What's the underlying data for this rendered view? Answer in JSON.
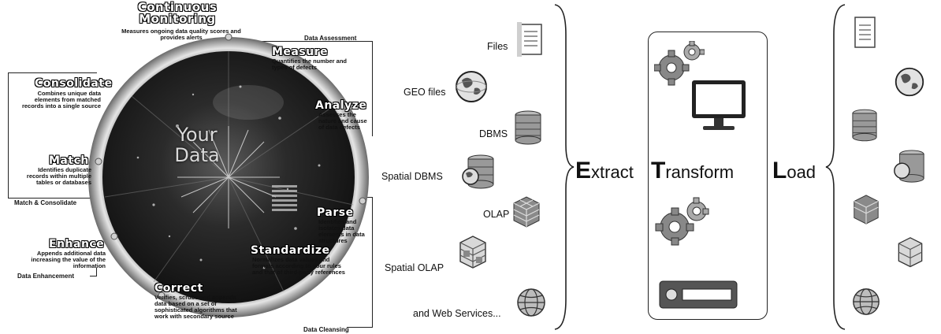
{
  "circle": {
    "center_text_line1": "Your",
    "center_text_line2": "Data"
  },
  "groups": {
    "assessment": "Data Assessment",
    "match_consolidate": "Match & Consolidate",
    "enhancement": "Data Enhancement",
    "cleansing": "Data Cleansing"
  },
  "capabilities": {
    "monitoring": {
      "title_line1": "Continuous",
      "title_line2": "Monitoring",
      "desc": "Measures ongoing data quality scores and provides alerts"
    },
    "measure": {
      "title": "Measure",
      "desc": "Quantifies the number and types of defects"
    },
    "analyze": {
      "title": "Analyze",
      "desc": "Assesses the nature and cause of data defects"
    },
    "consolidate": {
      "title": "Consolidate",
      "desc": "Combines unique data elements from matched records into a single source"
    },
    "match": {
      "title": "Match",
      "desc": "Identifies duplicate records within multiple tables or databases"
    },
    "parse": {
      "title": "Parse",
      "desc": "Identifies and isolates data elements in data structures"
    },
    "enhance": {
      "title": "Enhance",
      "desc": "Appends additional data increasing the value of the information"
    },
    "standardize": {
      "title": "Standardize",
      "desc": "Normalizes data values and formats according to your rules and that of third-party references"
    },
    "correct": {
      "title": "Correct",
      "desc": "Verifies, scrubs and appends data based on a set of sophisticated algorithms that work with secondary source"
    }
  },
  "sources": {
    "files": "Files",
    "geo_files": "GEO files",
    "dbms": "DBMS",
    "spatial_dbms": "Spatial DBMS",
    "olap": "OLAP",
    "spatial_olap": "Spatial OLAP",
    "web_services": "and Web Services..."
  },
  "etl": {
    "extract_initial": "E",
    "extract_rest": "xtract",
    "transform_initial": "T",
    "transform_rest": "ransform",
    "load_initial": "L",
    "load_rest": "oad"
  },
  "icons": [
    "document-icon",
    "globe-icon",
    "database-icon",
    "spatial-database-icon",
    "olap-cube-icon",
    "spatial-olap-cube-icon",
    "web-services-globe-icon",
    "gears-icon",
    "monitor-icon",
    "server-icon"
  ]
}
